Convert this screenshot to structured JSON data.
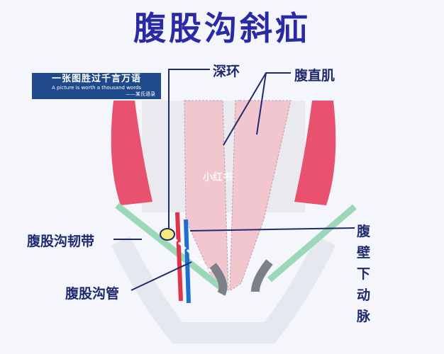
{
  "title": "腹股沟斜疝",
  "banner": {
    "cn": "一张图胜过千言万语",
    "en": "A picture is worth a thousand words",
    "sig": "——某氏语录"
  },
  "labels": {
    "deep_ring": "深环",
    "rectus": "腹直肌",
    "ligament": "腹股沟韧带",
    "canal": "腹股沟管",
    "artery": [
      "腹",
      "壁",
      "下",
      "动",
      "脉"
    ]
  },
  "watermark": "小红书",
  "colors": {
    "title": "#2b2aa6",
    "label": "#1f2a6e",
    "muscle": "#e8526e",
    "rectus": "#f2c6cf",
    "ligament": "#9ad8b8",
    "vein": "#e0344a",
    "artery": "#1f6fd0"
  }
}
